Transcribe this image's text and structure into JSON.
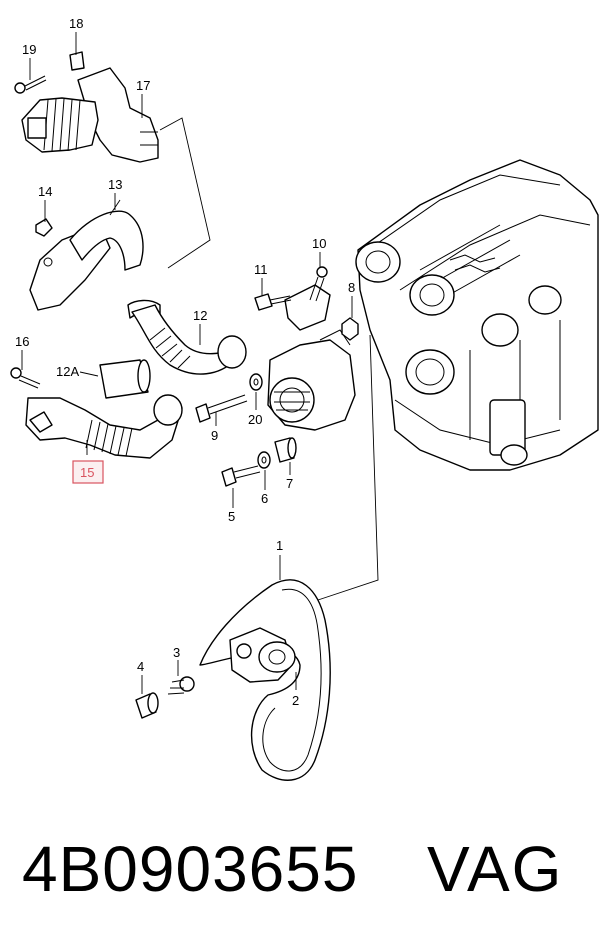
{
  "callouts": {
    "c1": "1",
    "c2": "2",
    "c3": "3",
    "c4": "4",
    "c5": "5",
    "c6": "6",
    "c7": "7",
    "c8": "8",
    "c9": "9",
    "c10": "10",
    "c11": "11",
    "c12": "12",
    "c12a": "12A",
    "c13": "13",
    "c14": "14",
    "c15": "15",
    "c16": "16",
    "c17": "17",
    "c18": "18",
    "c19": "19",
    "c20": "20"
  },
  "highlight_color": "#d9535f",
  "highlighted_callout": "15",
  "caption": {
    "part_number": "4B0903655",
    "brand": "VAG"
  }
}
